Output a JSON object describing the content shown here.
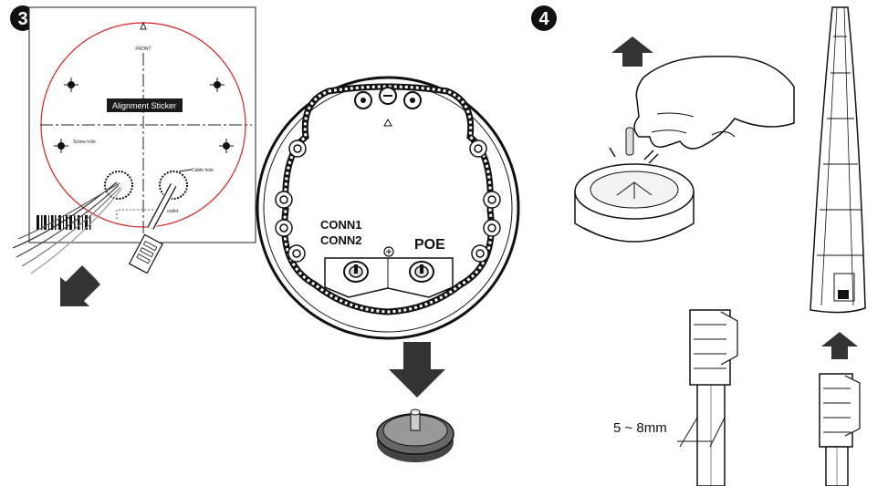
{
  "steps": {
    "step3": "3",
    "step4": "4"
  },
  "template": {
    "front_label": "FRONT",
    "sticker_label": "Alignment Sticker",
    "screw_hole_label": "Screw hole",
    "cable_hole_label": "Cable hole",
    "outlet_label": "outlet"
  },
  "base": {
    "conn1": "CONN1",
    "conn2": "CONN2",
    "poe": "POE"
  },
  "measure": {
    "strip_length": "5 ~ 8mm"
  },
  "colors": {
    "template_circle": "#d9201e",
    "ink": "#111111",
    "arrow": "#333333",
    "sticker_bg": "#1a1a1a"
  }
}
